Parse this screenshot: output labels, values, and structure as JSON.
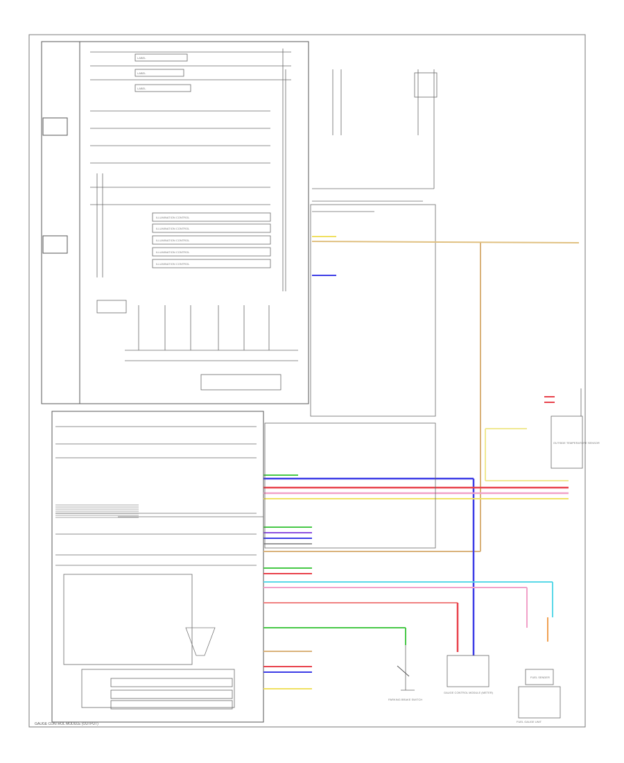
{
  "diagram": {
    "wire_colors": {
      "tan": "#d9b27a",
      "blue": "#3b3be6",
      "red": "#e8404a",
      "pink": "#f1a0c8",
      "yellow": "#f0e060",
      "green": "#46c846",
      "cyan": "#58d8e8",
      "violet": "#8a4ee0",
      "gray": "#9a9a9a",
      "orange": "#f0a050"
    },
    "labels": {
      "footer_left": "GAUGE CONTROL MODULE (OUTPUT)",
      "fuel_sender": "FUEL SENDER",
      "fuel_gauge_unit": "FUEL GAUGE UNIT",
      "outside_temp": "OUTSIDE TEMPERATURE SENSOR",
      "parking_brake": "PARKING BRAKE SWITCH",
      "gauge_control_module": "GAUGE CONTROL MODULE (METER)"
    }
  }
}
